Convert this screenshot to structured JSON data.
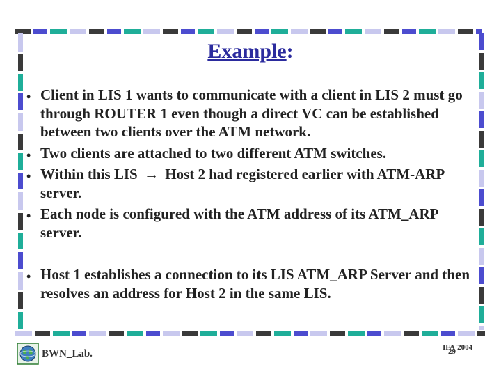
{
  "slide": {
    "title_word": "Example",
    "title_colon": ":",
    "bullets": [
      {
        "text": "Client in LIS 1 wants to communicate with a client in LIS 2 must go through ROUTER 1 even though a direct VC can be established between two clients over the ATM network."
      },
      {
        "text": "Two clients are attached to two different ATM switches."
      },
      {
        "before": "Within this LIS",
        "arrow": "→",
        "after": "Host 2 had registered earlier with ATM-ARP server."
      },
      {
        "text": "Each node is configured with the ATM address of its ATM_ARP server."
      },
      {
        "text": "Host 1 establishes a connection to its LIS ATM_ARP Server and then resolves an address for Host 2 in the same LIS."
      }
    ],
    "bullet_glyph": "•",
    "footer": {
      "lab": "BWN_Lab.",
      "conference": "IFA'2004",
      "page": "29"
    },
    "colors": {
      "title": "#2b2b9e",
      "text": "#222222",
      "frame_dark": "#3a3a3a",
      "frame_blue": "#4c4ccf",
      "frame_teal": "#1fae99",
      "frame_lavender": "#c8c8ee"
    }
  }
}
